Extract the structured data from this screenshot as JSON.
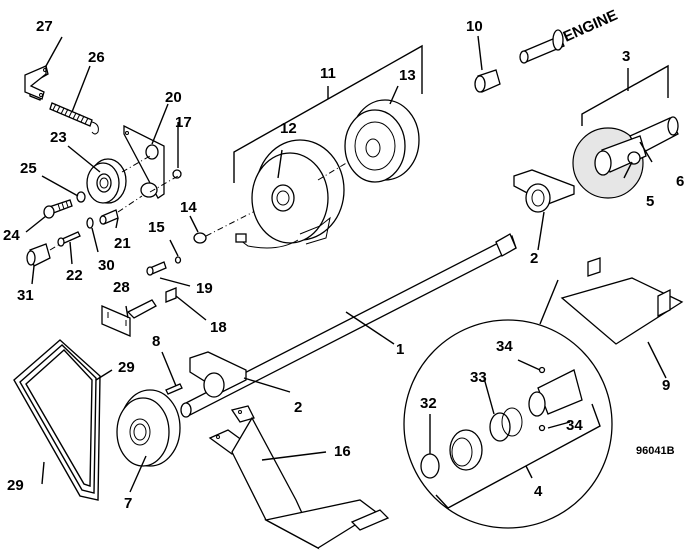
{
  "diagram": {
    "title": "Drive shaft and electric clutch exploded parts view",
    "figure_code": "96041B",
    "engine_label": "ENGINE",
    "labels": {
      "p1": "1",
      "p2a": "2",
      "p2b": "2",
      "p3": "3",
      "p4": "4",
      "p5": "5",
      "p6": "6",
      "p7": "7",
      "p8": "8",
      "p9": "9",
      "p10": "10",
      "p11": "11",
      "p12": "12",
      "p13": "13",
      "p14": "14",
      "p15": "15",
      "p16": "16",
      "p17": "17",
      "p18": "18",
      "p19": "19",
      "p20": "20",
      "p21": "21",
      "p22": "22",
      "p23": "23",
      "p24": "24",
      "p25": "25",
      "p26": "26",
      "p27": "27",
      "p28": "28",
      "p29a": "29",
      "p29b": "29",
      "p30": "30",
      "p31": "31",
      "p32": "32",
      "p33": "33",
      "p34a": "34",
      "p34b": "34"
    }
  }
}
